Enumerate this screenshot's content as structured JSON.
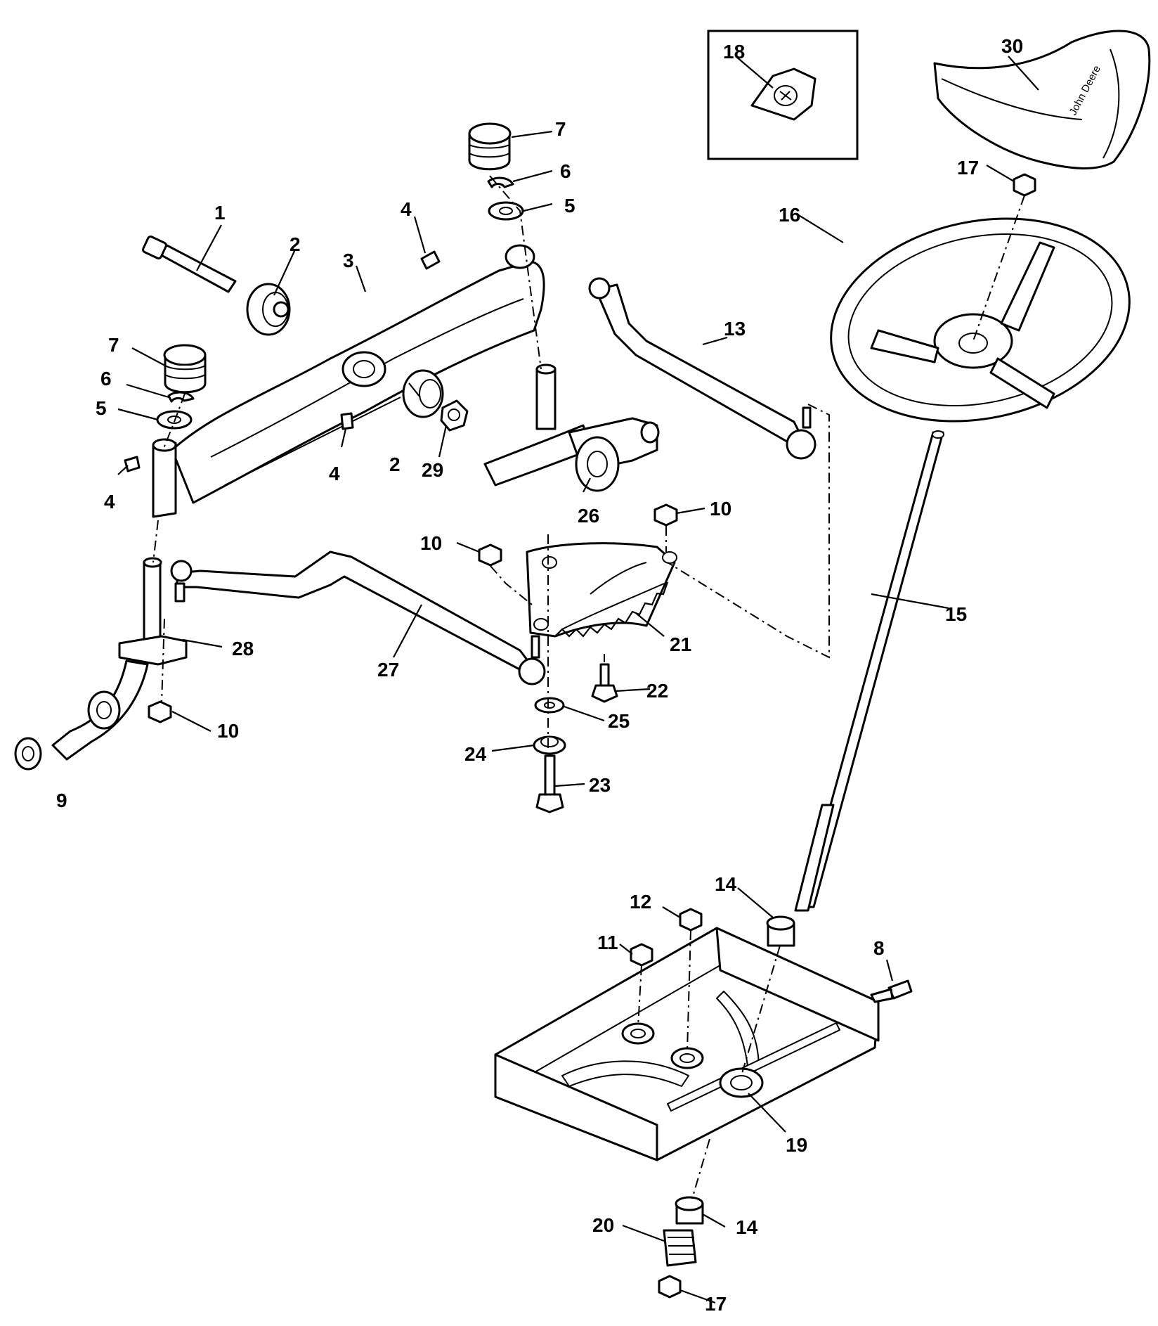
{
  "diagram": {
    "callouts": [
      {
        "id": "1",
        "text": "1"
      },
      {
        "id": "2a",
        "text": "2"
      },
      {
        "id": "2b",
        "text": "2"
      },
      {
        "id": "3",
        "text": "3"
      },
      {
        "id": "4a",
        "text": "4"
      },
      {
        "id": "4b",
        "text": "4"
      },
      {
        "id": "4c",
        "text": "4"
      },
      {
        "id": "5a",
        "text": "5"
      },
      {
        "id": "5b",
        "text": "5"
      },
      {
        "id": "6a",
        "text": "6"
      },
      {
        "id": "6b",
        "text": "6"
      },
      {
        "id": "7a",
        "text": "7"
      },
      {
        "id": "7b",
        "text": "7"
      },
      {
        "id": "8",
        "text": "8"
      },
      {
        "id": "9",
        "text": "9"
      },
      {
        "id": "10a",
        "text": "10"
      },
      {
        "id": "10b",
        "text": "10"
      },
      {
        "id": "10c",
        "text": "10"
      },
      {
        "id": "11",
        "text": "11"
      },
      {
        "id": "12",
        "text": "12"
      },
      {
        "id": "13",
        "text": "13"
      },
      {
        "id": "14a",
        "text": "14"
      },
      {
        "id": "14b",
        "text": "14"
      },
      {
        "id": "15",
        "text": "15"
      },
      {
        "id": "16",
        "text": "16"
      },
      {
        "id": "17a",
        "text": "17"
      },
      {
        "id": "17b",
        "text": "17"
      },
      {
        "id": "18",
        "text": "18"
      },
      {
        "id": "19",
        "text": "19"
      },
      {
        "id": "20",
        "text": "20"
      },
      {
        "id": "21",
        "text": "21"
      },
      {
        "id": "22",
        "text": "22"
      },
      {
        "id": "23",
        "text": "23"
      },
      {
        "id": "24",
        "text": "24"
      },
      {
        "id": "25",
        "text": "25"
      },
      {
        "id": "26",
        "text": "26"
      },
      {
        "id": "27",
        "text": "27"
      },
      {
        "id": "28",
        "text": "28"
      },
      {
        "id": "29",
        "text": "29"
      },
      {
        "id": "30",
        "text": "30"
      }
    ],
    "seat_brand": "John Deere"
  }
}
